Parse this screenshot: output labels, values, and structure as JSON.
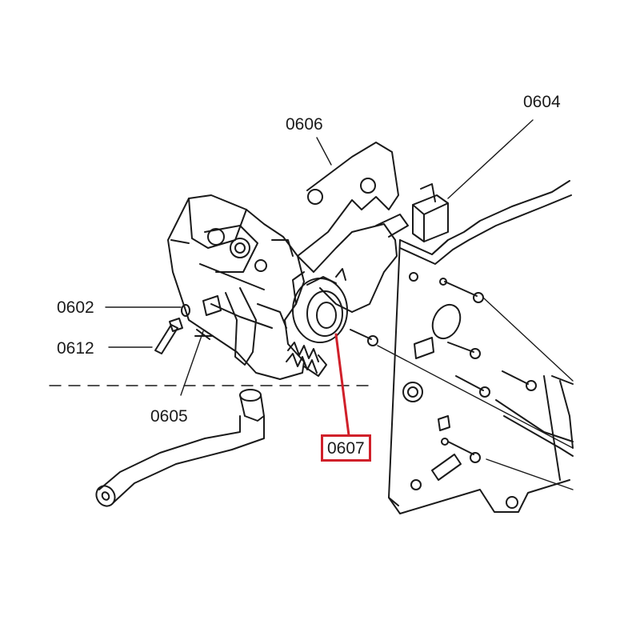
{
  "diagram": {
    "parts": [
      {
        "id": "0606",
        "label": "0606",
        "highlighted": false
      },
      {
        "id": "0604",
        "label": "0604",
        "highlighted": false
      },
      {
        "id": "0602",
        "label": "0602",
        "highlighted": false
      },
      {
        "id": "0612",
        "label": "0612",
        "highlighted": false
      },
      {
        "id": "0605",
        "label": "0605",
        "highlighted": false
      },
      {
        "id": "0607",
        "label": "0607",
        "highlighted": true
      }
    ],
    "colors": {
      "line": "#1a1a1a",
      "highlight": "#d0202a",
      "background": "#ffffff"
    }
  }
}
